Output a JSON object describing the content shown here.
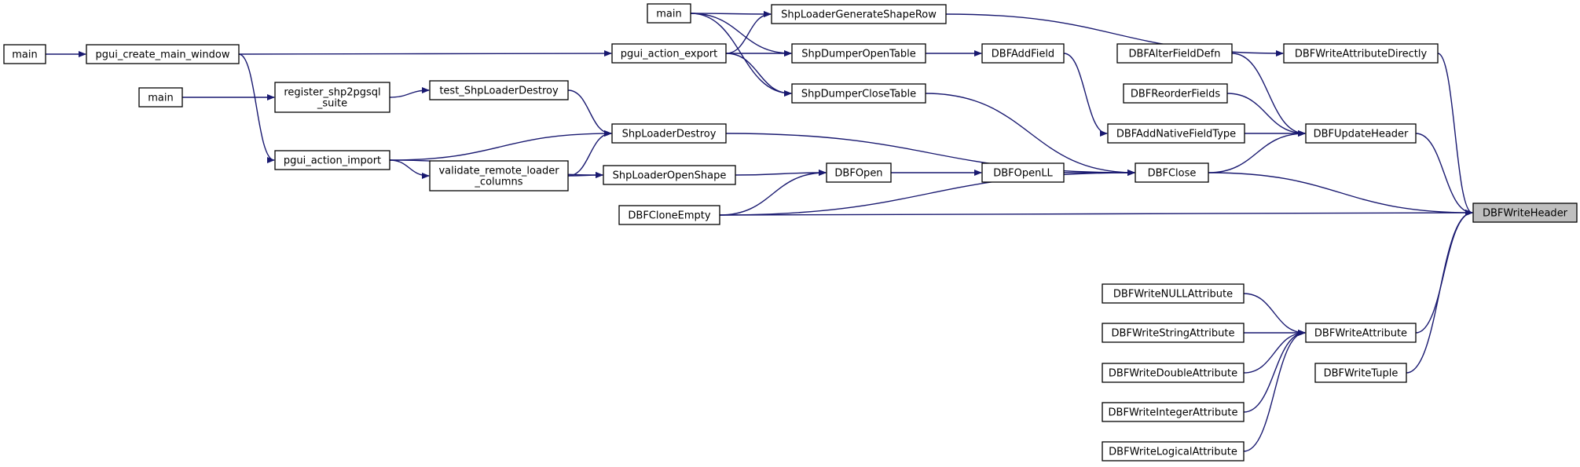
{
  "graph": {
    "colors": {
      "edge": "#191970",
      "node_fill": "#ffffff",
      "root_fill": "#bfbfbf",
      "border": "#000000"
    },
    "nodes": [
      {
        "id": "main_a",
        "label": [
          "main"
        ],
        "root": false
      },
      {
        "id": "pgui_create_main_window",
        "label": [
          "pgui_create_main_window"
        ],
        "root": false
      },
      {
        "id": "main_b",
        "label": [
          "main"
        ],
        "root": false
      },
      {
        "id": "register_shp2pgsql_suite",
        "label": [
          "register_shp2pgsql",
          "_suite"
        ],
        "root": false
      },
      {
        "id": "pgui_action_import",
        "label": [
          "pgui_action_import"
        ],
        "root": false
      },
      {
        "id": "test_ShpLoaderDestroy",
        "label": [
          "test_ShpLoaderDestroy"
        ],
        "root": false
      },
      {
        "id": "validate_remote_loader_columns",
        "label": [
          "validate_remote_loader",
          "_columns"
        ],
        "root": false
      },
      {
        "id": "main_c",
        "label": [
          "main"
        ],
        "root": false
      },
      {
        "id": "pgui_action_export",
        "label": [
          "pgui_action_export"
        ],
        "root": false
      },
      {
        "id": "ShpLoaderDestroy",
        "label": [
          "ShpLoaderDestroy"
        ],
        "root": false
      },
      {
        "id": "ShpLoaderOpenShape",
        "label": [
          "ShpLoaderOpenShape"
        ],
        "root": false
      },
      {
        "id": "DBFCloneEmpty",
        "label": [
          "DBFCloneEmpty"
        ],
        "root": false
      },
      {
        "id": "ShpLoaderGenerateShapeRow",
        "label": [
          "ShpLoaderGenerateShapeRow"
        ],
        "root": false
      },
      {
        "id": "ShpDumperOpenTable",
        "label": [
          "ShpDumperOpenTable"
        ],
        "root": false
      },
      {
        "id": "ShpDumperCloseTable",
        "label": [
          "ShpDumperCloseTable"
        ],
        "root": false
      },
      {
        "id": "DBFOpen",
        "label": [
          "DBFOpen"
        ],
        "root": false
      },
      {
        "id": "DBFAddField",
        "label": [
          "DBFAddField"
        ],
        "root": false
      },
      {
        "id": "DBFOpenLL",
        "label": [
          "DBFOpenLL"
        ],
        "root": false
      },
      {
        "id": "DBFAlterFieldDefn",
        "label": [
          "DBFAlterFieldDefn"
        ],
        "root": false
      },
      {
        "id": "DBFReorderFields",
        "label": [
          "DBFReorderFields"
        ],
        "root": false
      },
      {
        "id": "DBFAddNativeFieldType",
        "label": [
          "DBFAddNativeFieldType"
        ],
        "root": false
      },
      {
        "id": "DBFClose",
        "label": [
          "DBFClose"
        ],
        "root": false
      },
      {
        "id": "DBFWriteNULLAttribute",
        "label": [
          "DBFWriteNULLAttribute"
        ],
        "root": false
      },
      {
        "id": "DBFWriteStringAttribute",
        "label": [
          "DBFWriteStringAttribute"
        ],
        "root": false
      },
      {
        "id": "DBFWriteDoubleAttribute",
        "label": [
          "DBFWriteDoubleAttribute"
        ],
        "root": false
      },
      {
        "id": "DBFWriteIntegerAttribute",
        "label": [
          "DBFWriteIntegerAttribute"
        ],
        "root": false
      },
      {
        "id": "DBFWriteLogicalAttribute",
        "label": [
          "DBFWriteLogicalAttribute"
        ],
        "root": false
      },
      {
        "id": "DBFWriteAttributeDirectly",
        "label": [
          "DBFWriteAttributeDirectly"
        ],
        "root": false
      },
      {
        "id": "DBFUpdateHeader",
        "label": [
          "DBFUpdateHeader"
        ],
        "root": false
      },
      {
        "id": "DBFWriteAttribute",
        "label": [
          "DBFWriteAttribute"
        ],
        "root": false
      },
      {
        "id": "DBFWriteTuple",
        "label": [
          "DBFWriteTuple"
        ],
        "root": false
      },
      {
        "id": "DBFWriteHeader",
        "label": [
          "DBFWriteHeader"
        ],
        "root": true
      }
    ],
    "edges": [
      {
        "from": "main_a",
        "to": "pgui_create_main_window"
      },
      {
        "from": "pgui_create_main_window",
        "to": "pgui_action_export"
      },
      {
        "from": "pgui_create_main_window",
        "to": "pgui_action_import"
      },
      {
        "from": "main_b",
        "to": "register_shp2pgsql_suite"
      },
      {
        "from": "register_shp2pgsql_suite",
        "to": "test_ShpLoaderDestroy"
      },
      {
        "from": "test_ShpLoaderDestroy",
        "to": "ShpLoaderDestroy"
      },
      {
        "from": "pgui_action_import",
        "to": "ShpLoaderDestroy"
      },
      {
        "from": "pgui_action_import",
        "to": "validate_remote_loader_columns"
      },
      {
        "from": "pgui_action_import",
        "to": "ShpLoaderOpenShape"
      },
      {
        "from": "validate_remote_loader_columns",
        "to": "ShpLoaderDestroy"
      },
      {
        "from": "validate_remote_loader_columns",
        "to": "ShpLoaderOpenShape"
      },
      {
        "from": "main_c",
        "to": "ShpLoaderGenerateShapeRow"
      },
      {
        "from": "main_c",
        "to": "ShpDumperOpenTable"
      },
      {
        "from": "main_c",
        "to": "ShpDumperCloseTable"
      },
      {
        "from": "pgui_action_export",
        "to": "ShpLoaderGenerateShapeRow"
      },
      {
        "from": "pgui_action_export",
        "to": "ShpDumperOpenTable"
      },
      {
        "from": "pgui_action_export",
        "to": "ShpDumperCloseTable"
      },
      {
        "from": "ShpLoaderGenerateShapeRow",
        "to": "DBFWriteAttributeDirectly"
      },
      {
        "from": "ShpDumperOpenTable",
        "to": "DBFAddField"
      },
      {
        "from": "DBFAddField",
        "to": "DBFAddNativeFieldType"
      },
      {
        "from": "ShpDumperCloseTable",
        "to": "DBFClose"
      },
      {
        "from": "ShpLoaderDestroy",
        "to": "DBFClose"
      },
      {
        "from": "ShpLoaderOpenShape",
        "to": "DBFOpen"
      },
      {
        "from": "DBFCloneEmpty",
        "to": "DBFOpen"
      },
      {
        "from": "DBFCloneEmpty",
        "to": "DBFClose"
      },
      {
        "from": "DBFCloneEmpty",
        "to": "DBFWriteHeader"
      },
      {
        "from": "DBFOpen",
        "to": "DBFOpenLL"
      },
      {
        "from": "DBFOpenLL",
        "to": "DBFClose"
      },
      {
        "from": "DBFAlterFieldDefn",
        "to": "DBFUpdateHeader"
      },
      {
        "from": "DBFReorderFields",
        "to": "DBFUpdateHeader"
      },
      {
        "from": "DBFAddNativeFieldType",
        "to": "DBFUpdateHeader"
      },
      {
        "from": "DBFClose",
        "to": "DBFUpdateHeader"
      },
      {
        "from": "DBFClose",
        "to": "DBFWriteHeader"
      },
      {
        "from": "DBFUpdateHeader",
        "to": "DBFWriteHeader"
      },
      {
        "from": "DBFWriteAttributeDirectly",
        "to": "DBFWriteHeader"
      },
      {
        "from": "DBFWriteNULLAttribute",
        "to": "DBFWriteAttribute"
      },
      {
        "from": "DBFWriteStringAttribute",
        "to": "DBFWriteAttribute"
      },
      {
        "from": "DBFWriteDoubleAttribute",
        "to": "DBFWriteAttribute"
      },
      {
        "from": "DBFWriteIntegerAttribute",
        "to": "DBFWriteAttribute"
      },
      {
        "from": "DBFWriteLogicalAttribute",
        "to": "DBFWriteAttribute"
      },
      {
        "from": "DBFWriteAttribute",
        "to": "DBFWriteHeader"
      },
      {
        "from": "DBFWriteTuple",
        "to": "DBFWriteHeader"
      }
    ]
  }
}
